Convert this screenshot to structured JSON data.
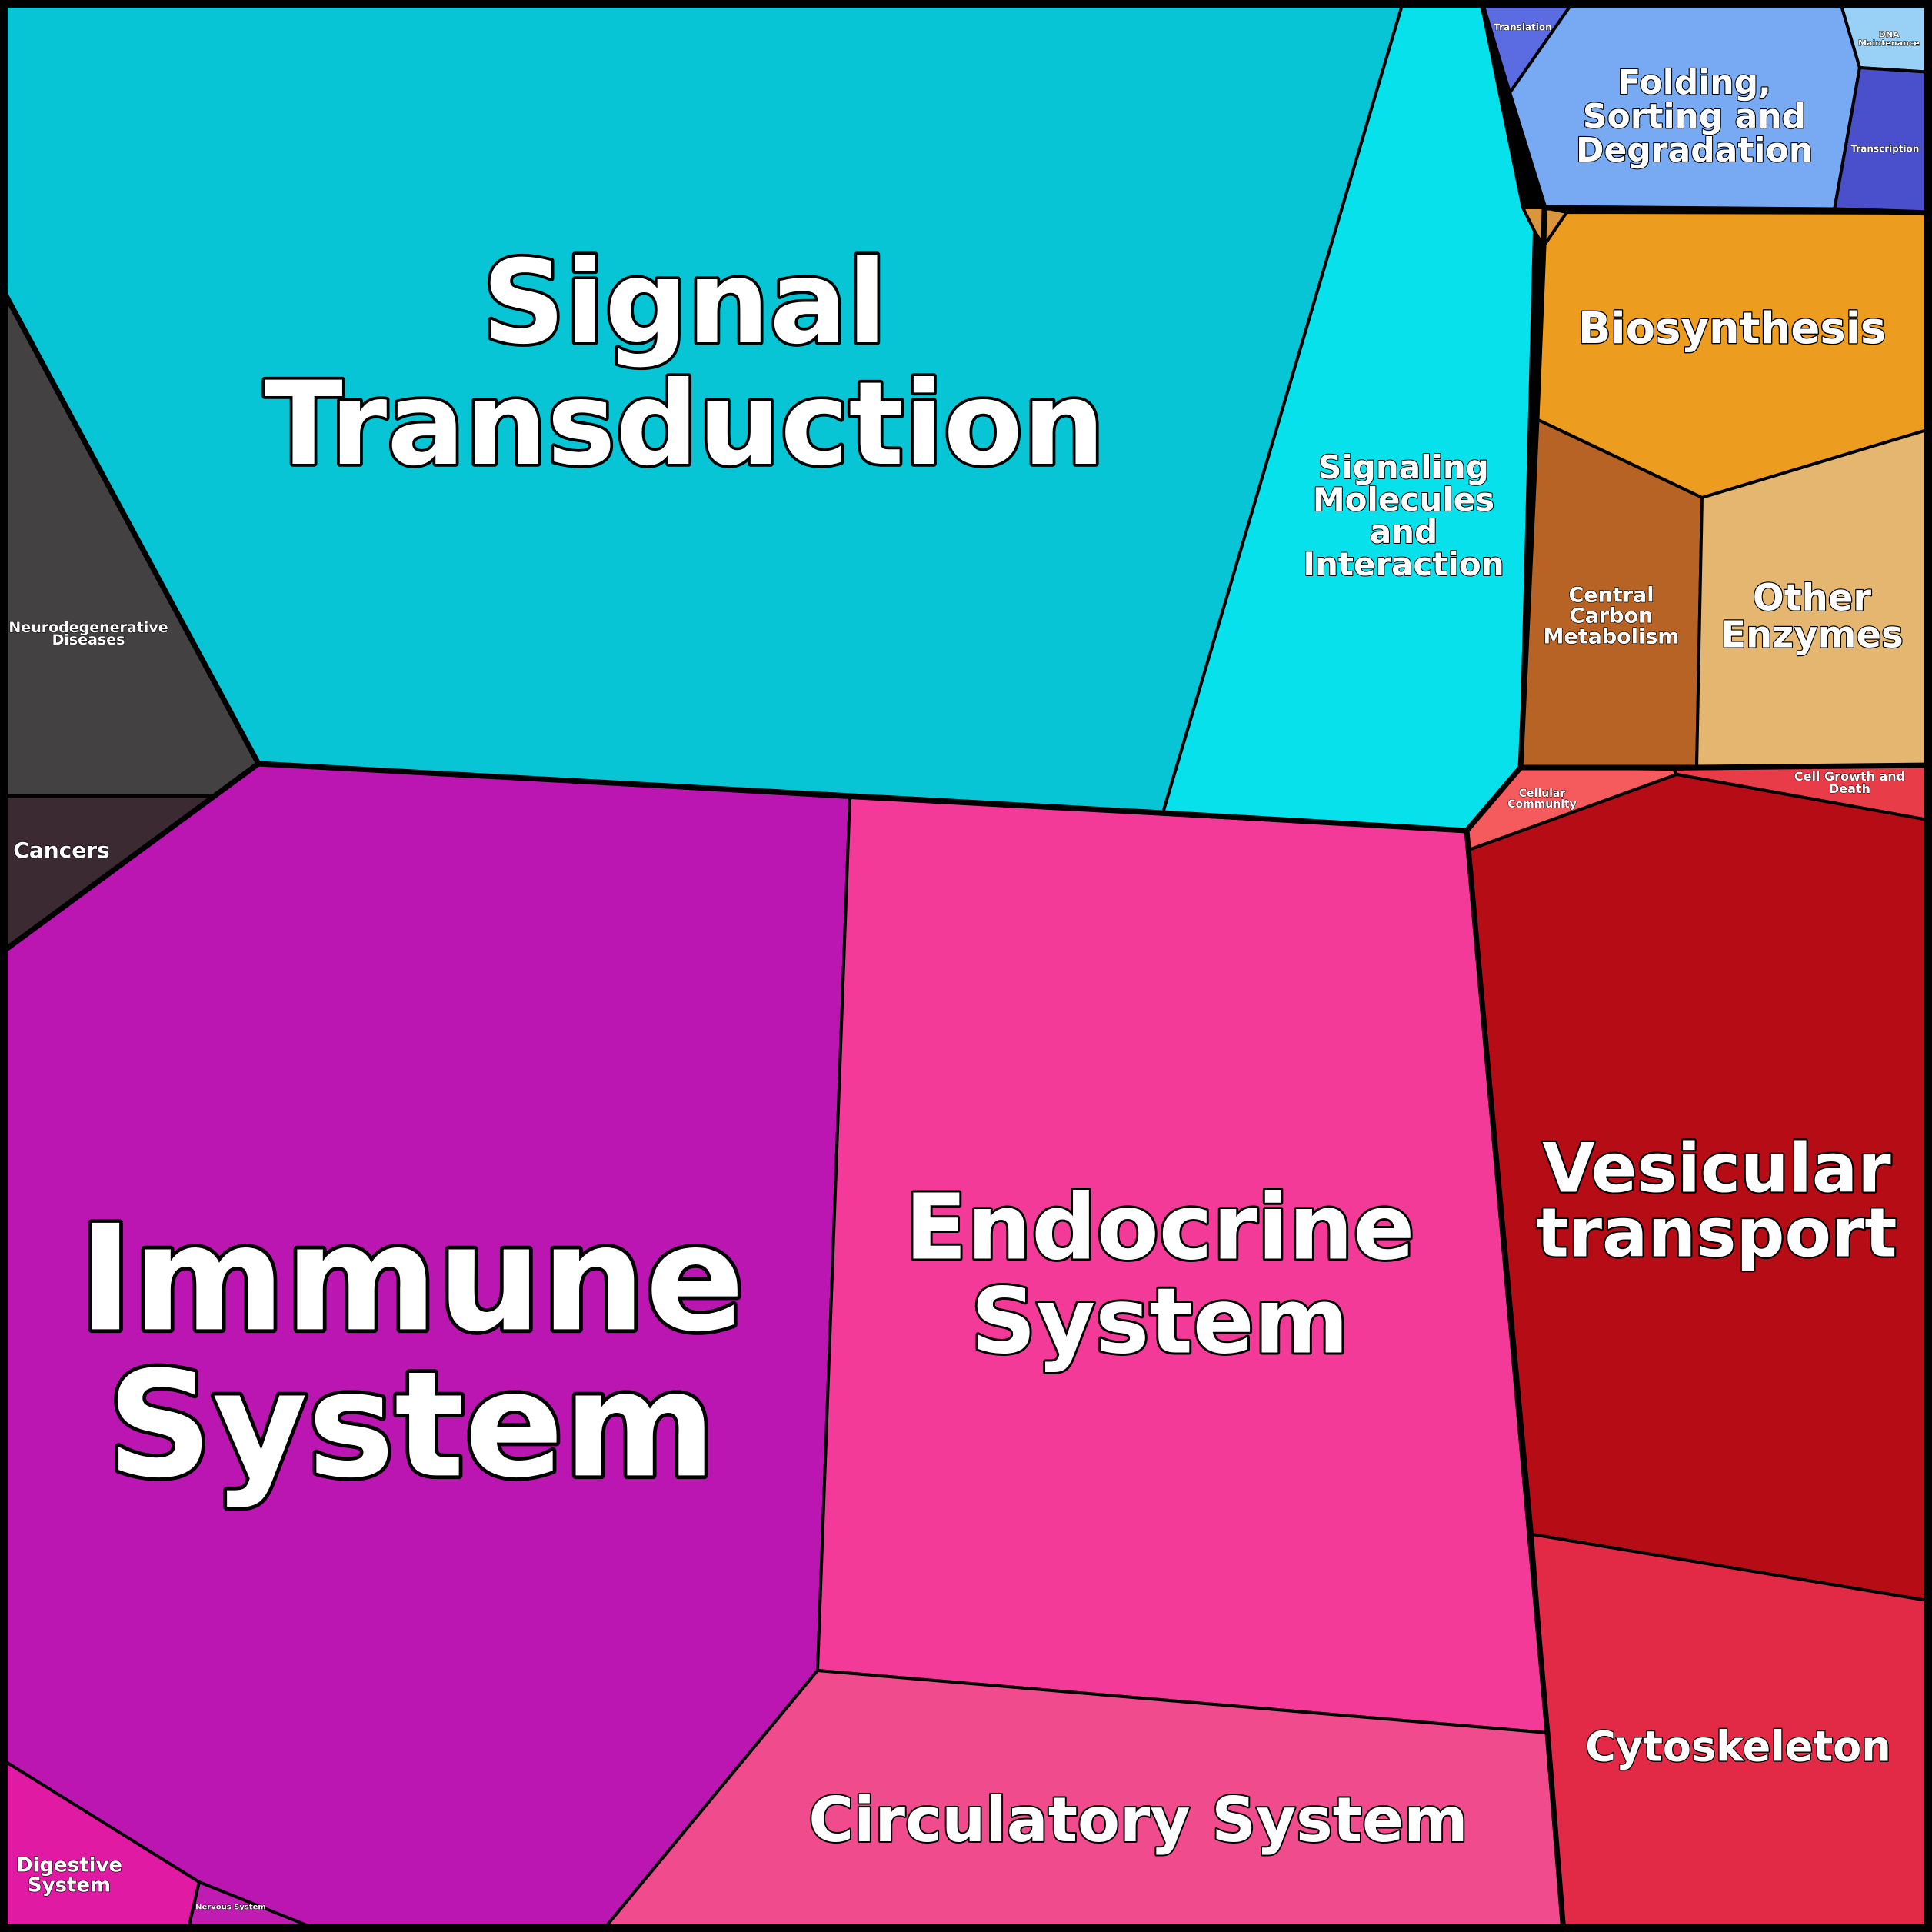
{
  "chart_data": {
    "type": "voronoi-treemap",
    "cells": [
      {
        "id": "signal-transduction",
        "label": "Signal Transduction",
        "lines": [
          "Signal",
          "Transduction"
        ],
        "color": "#07c5d5"
      },
      {
        "id": "signaling-molecules",
        "label": "Signaling Molecules and Interaction",
        "lines": [
          "Signaling",
          "Molecules",
          "and",
          "Interaction"
        ],
        "color": "#07e1eb"
      },
      {
        "id": "neurodegenerative-diseases",
        "label": "Neurodegenerative Diseases",
        "lines": [
          "Neurodegenerative",
          "Diseases"
        ],
        "color": "#434141"
      },
      {
        "id": "cancers",
        "label": "Cancers",
        "lines": [
          "Cancers"
        ],
        "color": "#3c2a33"
      },
      {
        "id": "translation",
        "label": "Translation",
        "lines": [
          "Translation"
        ],
        "color": "#5b6ce2"
      },
      {
        "id": "folding-sorting-degradation",
        "label": "Folding, Sorting and Degradation",
        "lines": [
          "Folding,",
          "Sorting and",
          "Degradation"
        ],
        "color": "#78aaf4"
      },
      {
        "id": "dna-maintenance",
        "label": "DNA Maintenance",
        "lines": [
          "DNA",
          "Maintenance"
        ],
        "color": "#98d0f6"
      },
      {
        "id": "transcription",
        "label": "Transcription",
        "lines": [
          "Transcription"
        ],
        "color": "#4a50cb"
      },
      {
        "id": "biosynthesis",
        "label": "Biosynthesis",
        "lines": [
          "Biosynthesis"
        ],
        "color": "#ec9d1f"
      },
      {
        "id": "central-carbon-metabolism",
        "label": "Central Carbon Metabolism",
        "lines": [
          "Central",
          "Carbon",
          "Metabolism"
        ],
        "color": "#b76325"
      },
      {
        "id": "other-enzymes",
        "label": "Other Enzymes",
        "lines": [
          "Other",
          "Enzymes"
        ],
        "color": "#e5b670"
      },
      {
        "id": "small-metabolism-cell",
        "label": "",
        "lines": [],
        "color": "#d9963c"
      },
      {
        "id": "cellular-community",
        "label": "Cellular Community",
        "lines": [
          "Cellular",
          "Community"
        ],
        "color": "#f55a5d"
      },
      {
        "id": "cell-growth-and-death",
        "label": "Cell Growth and Death",
        "lines": [
          "Cell Growth and",
          "Death"
        ],
        "color": "#e83c48"
      },
      {
        "id": "vesicular-transport",
        "label": "Vesicular transport",
        "lines": [
          "Vesicular",
          "transport"
        ],
        "color": "#b60c15"
      },
      {
        "id": "cytoskeleton",
        "label": "Cytoskeleton",
        "lines": [
          "Cytoskeleton"
        ],
        "color": "#e22a46"
      },
      {
        "id": "immune-system",
        "label": "Immune System",
        "lines": [
          "Immune",
          "System"
        ],
        "color": "#bc16b2"
      },
      {
        "id": "endocrine-system",
        "label": "Endocrine System",
        "lines": [
          "Endocrine",
          "System"
        ],
        "color": "#f33a99"
      },
      {
        "id": "circulatory-system",
        "label": "Circulatory System",
        "lines": [
          "Circulatory System"
        ],
        "color": "#ef4b8d"
      },
      {
        "id": "digestive-system",
        "label": "Digestive System",
        "lines": [
          "Digestive",
          "System"
        ],
        "color": "#e01aa3"
      },
      {
        "id": "nervous-system",
        "label": "Nervous System",
        "lines": [
          "Nervous System"
        ],
        "color": "#c11cb2"
      }
    ]
  }
}
